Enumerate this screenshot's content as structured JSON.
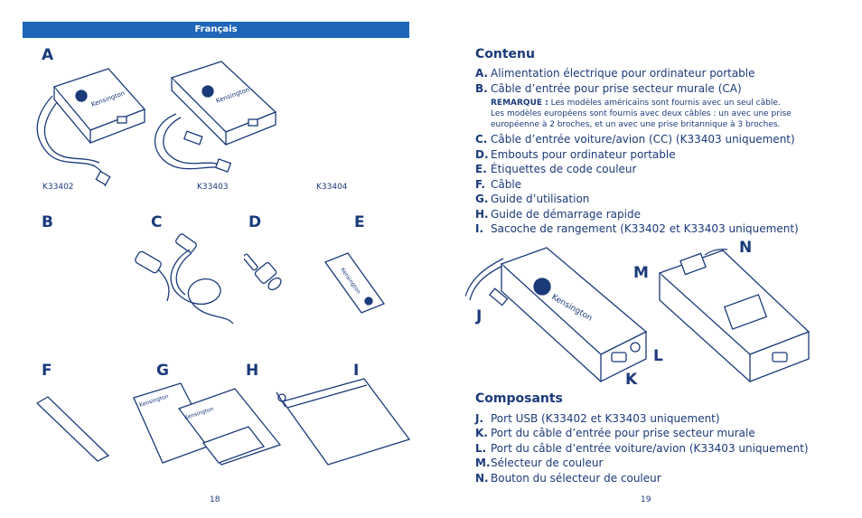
{
  "header": {
    "language": "Français"
  },
  "left": {
    "letters": {
      "A": "A",
      "B": "B",
      "C": "C",
      "D": "D",
      "E": "E",
      "F": "F",
      "G": "G",
      "H": "H",
      "I": "I"
    },
    "models": [
      "K33402",
      "K33403",
      "K33404"
    ],
    "brand": "Kensington",
    "page_number": "18"
  },
  "right": {
    "contents_title": "Contenu",
    "contents": [
      {
        "key": "A.",
        "text": "Alimentation électrique pour ordinateur portable"
      },
      {
        "key": "B.",
        "text": "Câble d’entrée pour prise secteur murale (CA)"
      },
      {
        "key": "C.",
        "text": "Câble d’entrée voiture/avion (CC) (K33403 uniquement)"
      },
      {
        "key": "D.",
        "text": "Embouts pour ordinateur portable"
      },
      {
        "key": "E.",
        "text": "Étiquettes de code couleur"
      },
      {
        "key": "F.",
        "text": "Câble"
      },
      {
        "key": "G.",
        "text": "Guide d’utilisation"
      },
      {
        "key": "H.",
        "text": "Guide de démarrage rapide"
      },
      {
        "key": "I.",
        "text": "Sacoche de rangement (K33402 et K33403 uniquement)"
      }
    ],
    "note": {
      "label": "REMARQUE :",
      "line1": "Les modèles américains sont fournis avec un seul câble.",
      "line2": "Les modèles européens sont fournis avec deux câbles : un avec une prise",
      "line3": "européenne à 2 broches, et un avec une prise britannique à 3 broches."
    },
    "callouts": {
      "J": "J",
      "K": "K",
      "L": "L",
      "M": "M",
      "N": "N"
    },
    "components_title": "Composants",
    "components": [
      {
        "key": "J.",
        "text": "Port USB (K33402 et K33403 uniquement)"
      },
      {
        "key": "K.",
        "text": "Port du câble d’entrée pour prise secteur murale"
      },
      {
        "key": "L.",
        "text": "Port du câble d’entrée voiture/avion (K33403 uniquement)"
      },
      {
        "key": "M.",
        "text": "Sélecteur de couleur"
      },
      {
        "key": "N.",
        "text": "Bouton du sélecteur de couleur"
      }
    ],
    "page_number": "19"
  }
}
